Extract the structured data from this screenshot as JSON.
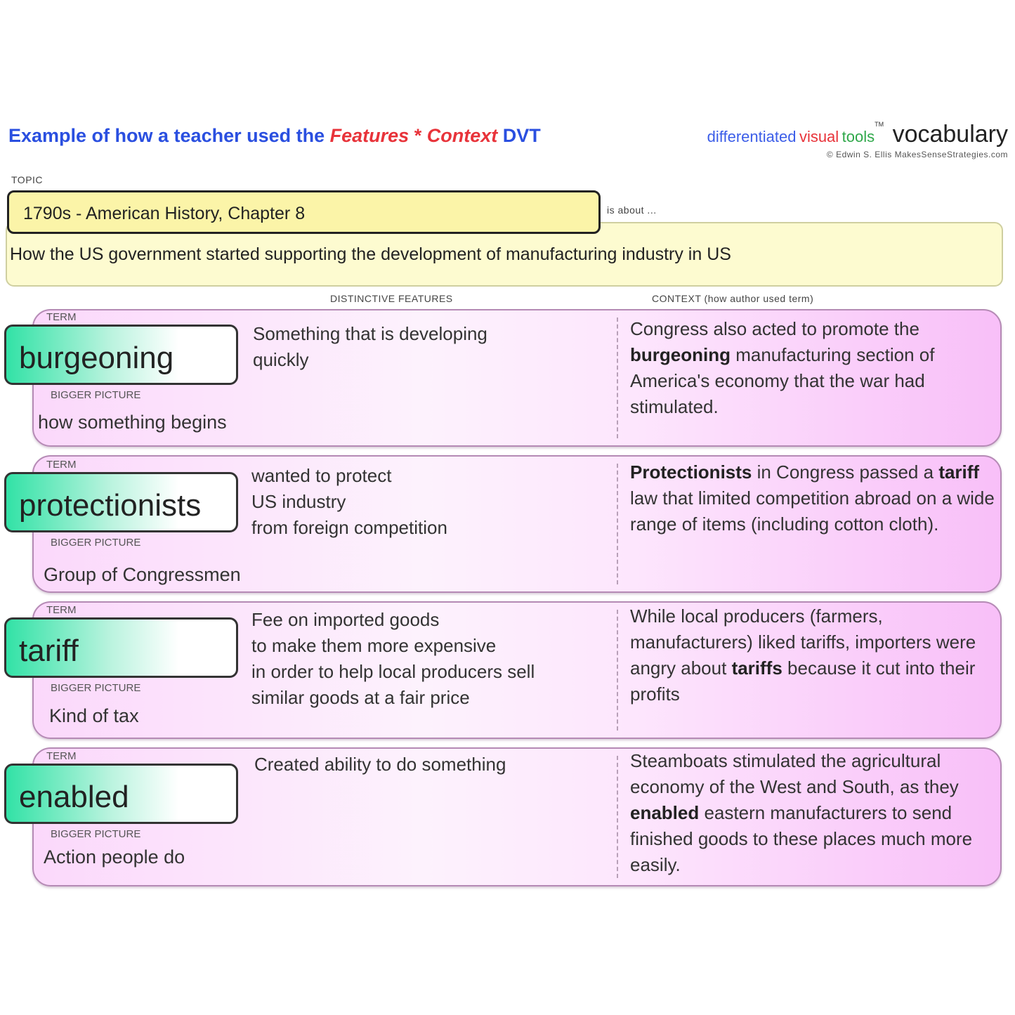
{
  "header": {
    "title_part1": "Example of how a teacher used the ",
    "title_features": "Features",
    "title_star": " * ",
    "title_context": "Context",
    "title_part2": " DVT",
    "brand_word1": "differentiated",
    "brand_word2": "visual",
    "brand_word3": "tools",
    "brand_tm": "TM",
    "brand_vocab": "vocabulary",
    "copyright": "©   Edwin S. Ellis   MakesSenseStrategies.com"
  },
  "labels": {
    "topic": "TOPIC",
    "is_about": "is about ...",
    "distinctive_features": "DISTINCTIVE FEATURES",
    "context": "CONTEXT (how author used term)",
    "term": "TERM",
    "bigger_picture": "BIGGER PICTURE"
  },
  "topic": {
    "title": "1790s - American History, Chapter 8",
    "about": "How the US government started supporting the development of manufacturing industry in US"
  },
  "terms": [
    {
      "term": "burgeoning",
      "bigger_picture": "how something begins",
      "features": [
        "Something that is developing",
        " quickly"
      ],
      "context": [
        {
          "t": "Congress also acted to promote the ",
          "b": false
        },
        {
          "t": "burgeoning",
          "b": true
        },
        {
          "t": " manufacturing section of America's economy that the war had stimulated.",
          "b": false
        }
      ]
    },
    {
      "term": "protectionists",
      "bigger_picture": "Group of Congressmen",
      "features": [
        "wanted to protect",
        "US industry",
        "from foreign competition"
      ],
      "context": [
        {
          "t": "Protectionists",
          "b": true
        },
        {
          "t": " in Congress passed a ",
          "b": false
        },
        {
          "t": "tariff",
          "b": true
        },
        {
          "t": " law that limited competition abroad on a wide range of items (including cotton cloth).",
          "b": false
        }
      ]
    },
    {
      "term": "tariff",
      "bigger_picture": "Kind of tax",
      "features": [
        "Fee on imported goods",
        " to make them more expensive",
        "in order to help local producers sell",
        "similar goods at a fair price"
      ],
      "context": [
        {
          "t": "While local producers (farmers, manufacturers) liked tariffs, importers were angry about ",
          "b": false
        },
        {
          "t": "tariffs",
          "b": true
        },
        {
          "t": " because it cut into their profits",
          "b": false
        }
      ]
    },
    {
      "term": "enabled",
      "bigger_picture": "Action people do",
      "features": [
        "Created ability to do something"
      ],
      "context": [
        {
          "t": "Steamboats stimulated the agricultural economy of the West and South, as they ",
          "b": false
        },
        {
          "t": "enabled",
          "b": true
        },
        {
          "t": " eastern manufacturers to send finished goods to these places much more easily.",
          "b": false
        }
      ]
    }
  ]
}
